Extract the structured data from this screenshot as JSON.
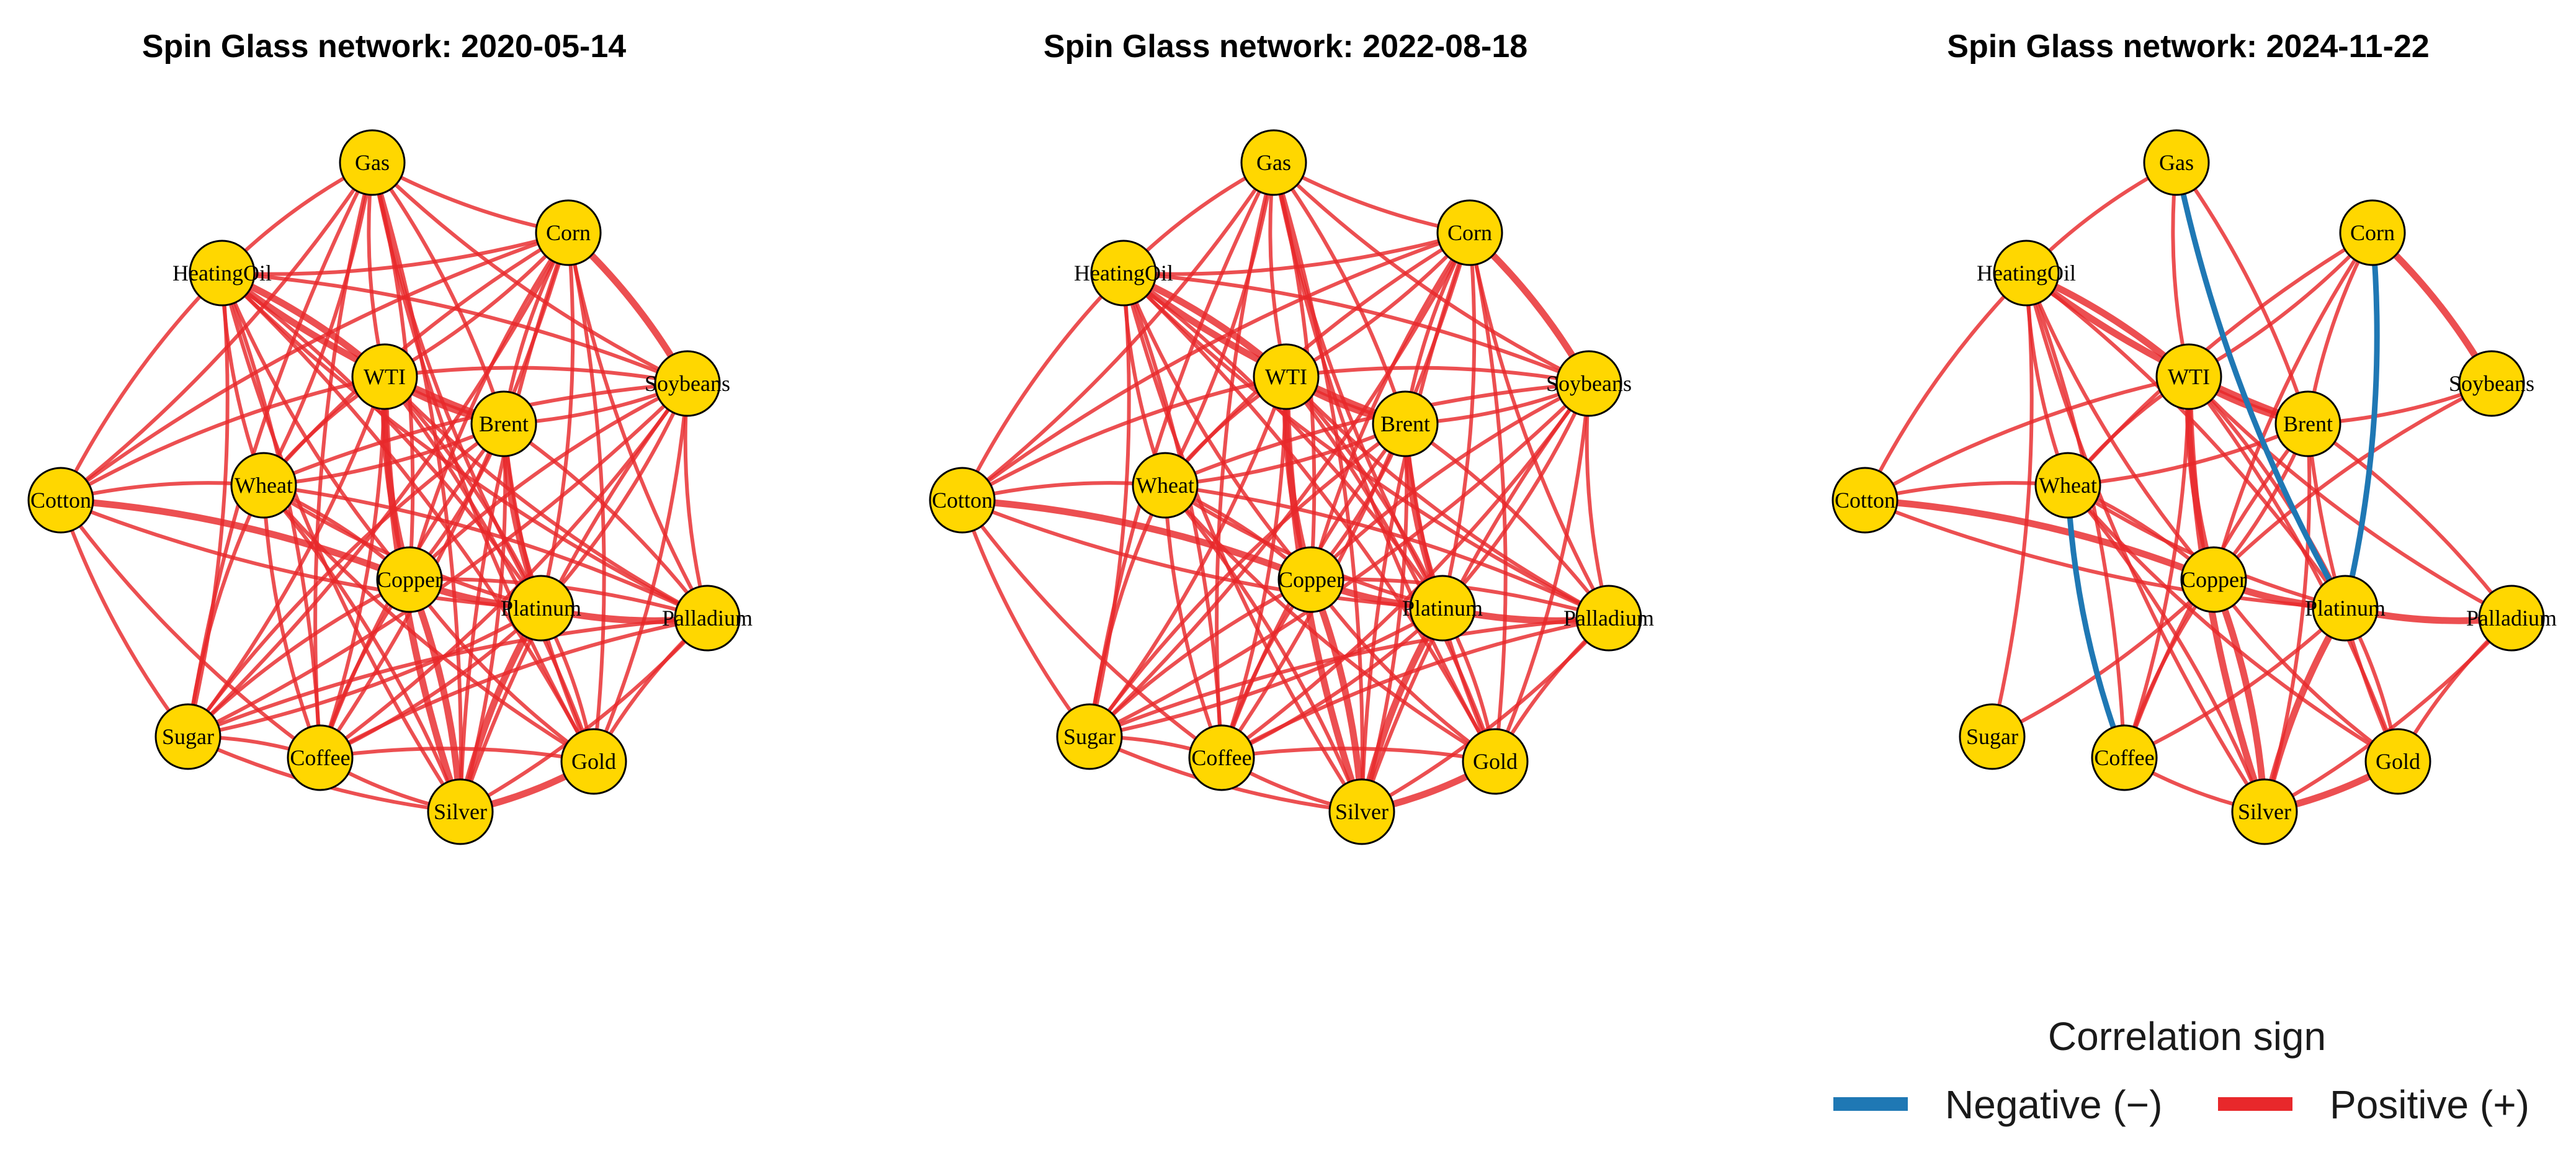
{
  "panels": [
    {
      "title": "Spin Glass network: 2020-05-14"
    },
    {
      "title": "Spin Glass network: 2022-08-18"
    },
    {
      "title": "Spin Glass network: 2024-11-22"
    }
  ],
  "nodes": [
    "Gas",
    "Corn",
    "HeatingOil",
    "WTI",
    "Soybeans",
    "Brent",
    "Cotton",
    "Wheat",
    "Copper",
    "Platinum",
    "Palladium",
    "Sugar",
    "Coffee",
    "Gold",
    "Silver"
  ],
  "node_color": "#FFD700",
  "legend": {
    "title": "Correlation sign",
    "items": [
      {
        "label": "Negative (−)",
        "color": "#1F78B4"
      },
      {
        "label": "Positive (+)",
        "color": "#E8282B"
      }
    ]
  }
}
